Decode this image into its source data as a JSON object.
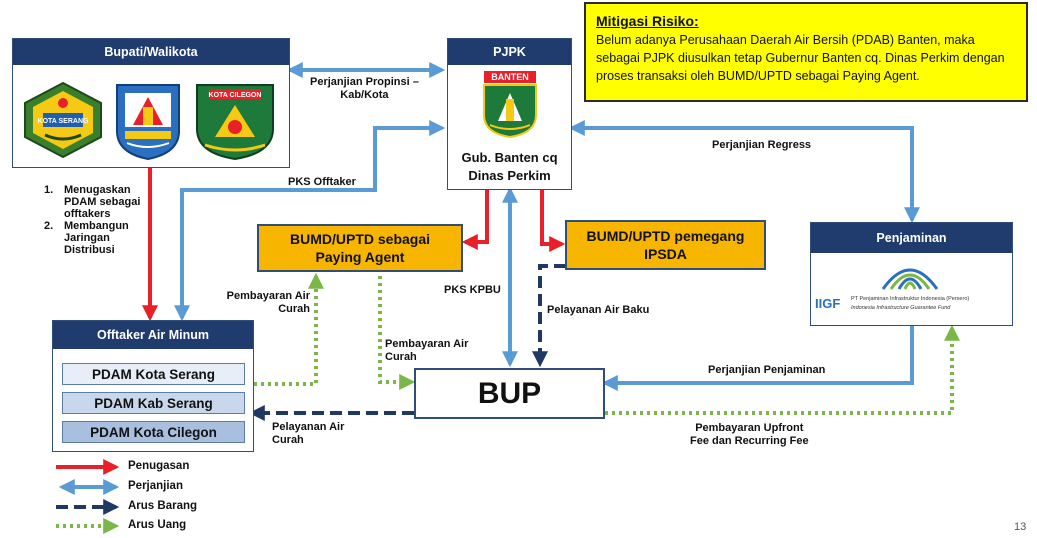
{
  "mitigasi": {
    "title": "Mitigasi Risiko:",
    "body": "Belum adanya Perusahaan Daerah Air Bersih (PDAB) Banten, maka sebagai PJPK diusulkan tetap Gubernur Banten cq. Dinas Perkim dengan proses transaksi oleh BUMD/UPTD sebagai Paying Agent."
  },
  "bupati": {
    "title": "Bupati/Walikota",
    "logo_texts": [
      "KOTA SERANG",
      "KOTA CILEGON"
    ]
  },
  "pjpk": {
    "title": "PJPK",
    "logo_text": "BANTEN",
    "name_line1": "Gub. Banten cq",
    "name_line2": "Dinas Perkim"
  },
  "paying_agent": {
    "line1": "BUMD/UPTD sebagai",
    "line2": "Paying Agent"
  },
  "ipsda": {
    "line1": "BUMD/UPTD pemegang",
    "line2": "IPSDA"
  },
  "penjaminan": {
    "title": "Penjaminan",
    "logo_abbr": "IIGF",
    "logo_line1": "PT Penjaminan Infrastruktur Indonesia (Persero)",
    "logo_line2": "Indonesia Infrastructure Guarantee Fund"
  },
  "offtaker": {
    "title": "Offtaker Air Minum",
    "items": [
      "PDAM Kota Serang",
      "PDAM Kab Serang",
      "PDAM Kota Cilegon"
    ]
  },
  "bup": {
    "label": "BUP"
  },
  "labels": {
    "perjanjian_propinsi_1": "Perjanjian Propinsi –",
    "perjanjian_propinsi_2": "Kab/Kota",
    "perjanjian_regress": "Perjanjian Regress",
    "pks_offtaker": "PKS Offtaker",
    "menugaskan": [
      "1.",
      "Menugaskan",
      "PDAM sebagai",
      "offtakers",
      "2.",
      "Membangun",
      "Jaringan",
      "Distribusi"
    ],
    "pembayaran_curah_1a": "Pembayaran Air",
    "pembayaran_curah_1b": "Curah",
    "pks_kpbu": "PKS KPBU",
    "pelayanan_air_baku": "Pelayanan Air Baku",
    "pembayaran_curah_2a": "Pembayaran Air",
    "pembayaran_curah_2b": "Curah",
    "perjanjian_penjaminan": "Perjanjian Penjaminan",
    "pelayanan_curah_a": "Pelayanan Air",
    "pelayanan_curah_b": "Curah",
    "upfront_a": "Pembayaran Upfront",
    "upfront_b": "Fee dan Recurring Fee"
  },
  "legend": {
    "penugasan": "Penugasan",
    "perjanjian": "Perjanjian",
    "arus_barang": "Arus Barang",
    "arus_uang": "Arus Uang"
  },
  "page_number": "13",
  "colors": {
    "header": "#203c6e",
    "orange": "#f7b500",
    "yellow": "#ffff00",
    "red": "#e8202a",
    "blue": "#5b9bd5",
    "navy": "#203864",
    "green": "#7ab648"
  }
}
